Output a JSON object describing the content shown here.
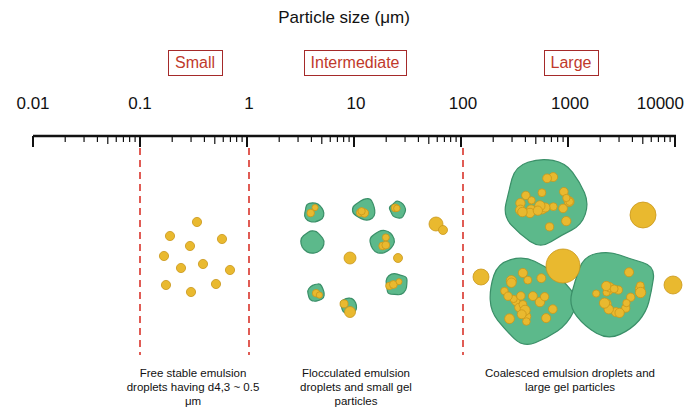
{
  "diagram": {
    "title": "Particle size (μm)",
    "nodes": [
      {
        "text": [
          "Small"
        ]
      },
      {
        "text": [
          "Intermediate"
        ]
      },
      {
        "text": [
          "Large"
        ]
      }
    ],
    "labels": [
      "0.01",
      "0.1",
      "1",
      "10",
      "100",
      "1000",
      "10000",
      "Free stable emulsion droplets having d4,3 ~ 0.5 μm",
      "Flocculated emulsion droplets and small gel particles",
      "Coalesced emulsion droplets and large gel particles"
    ]
  }
}
